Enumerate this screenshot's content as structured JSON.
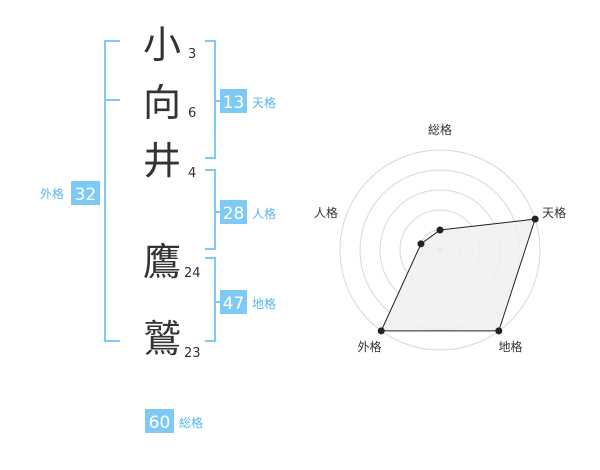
{
  "colors": {
    "accent_fill": "#7fcaf5",
    "accent_line": "#7fcaf5",
    "label_text": "#5ab4ee",
    "radar_fill": "#f0f0f0",
    "radar_line": "#222222"
  },
  "name": {
    "characters": [
      {
        "char": "小",
        "strokes": "3"
      },
      {
        "char": "向",
        "strokes": "6"
      },
      {
        "char": "井",
        "strokes": "4"
      },
      {
        "char": "鷹",
        "strokes": "24"
      },
      {
        "char": "鷲",
        "strokes": "23"
      }
    ]
  },
  "scores": {
    "tenkaku": {
      "value": "13",
      "label": "天格"
    },
    "jinkaku": {
      "value": "28",
      "label": "人格"
    },
    "chikaku": {
      "value": "47",
      "label": "地格"
    },
    "gaikaku": {
      "value": "32",
      "label": "外格"
    },
    "soukaku": {
      "value": "60",
      "label": "総格"
    }
  },
  "chart_data": {
    "type": "radar",
    "axes": [
      "総格",
      "天格",
      "地格",
      "外格",
      "人格"
    ],
    "values": [
      1,
      5,
      5,
      5,
      1
    ],
    "max": 5,
    "rings": 5
  }
}
